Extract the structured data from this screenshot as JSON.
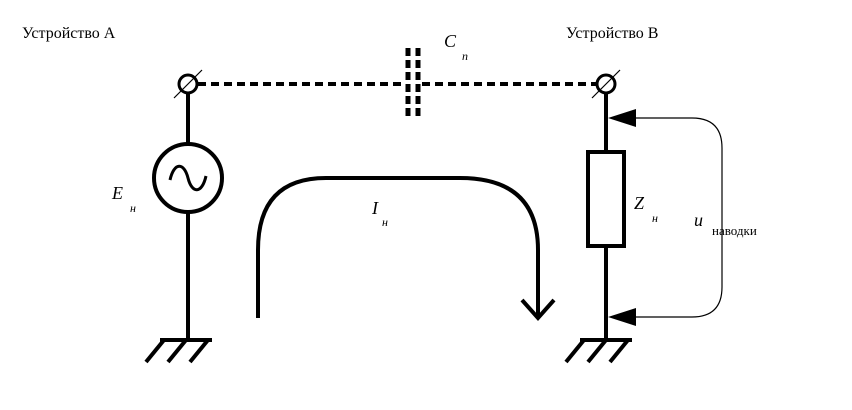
{
  "labels": {
    "device_a": "Устройство А",
    "device_b": "Устройство В",
    "cap_symbol": "С",
    "cap_sub": "п",
    "source_symbol": "Е",
    "source_sub": "н",
    "current_symbol": "I",
    "current_sub": "н",
    "impedance_symbol": "Z",
    "impedance_sub": "н",
    "voltage_symbol": "u",
    "voltage_sub": "наводки"
  }
}
